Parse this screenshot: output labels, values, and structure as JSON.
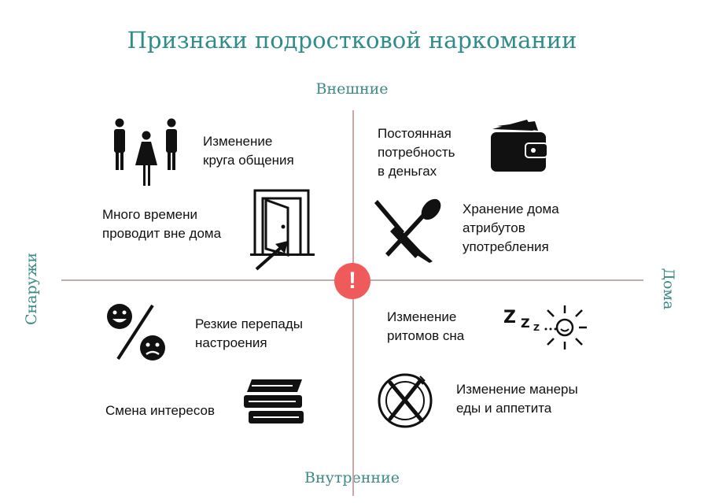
{
  "title": "Признаки подростковой наркомании",
  "axes": {
    "top": "Внешние",
    "bottom": "Внутренние",
    "left": "Снаружи",
    "right": "Дома"
  },
  "center_icon": "!",
  "items": {
    "social_circle": "Изменение\nкруга общения",
    "money": "Постоянная\nпотребность\nв деньгах",
    "away": "Много времени\nпроводит вне дома",
    "storage": "Хранение дома\nатрибутов\nупотребления",
    "mood": "Резкие перепады\nнастроения",
    "sleep": "Изменение\nритомов сна",
    "interests": "Смена интересов",
    "eating": "Изменение манеры\nеды и аппетита"
  },
  "icons": [
    "people-icon",
    "wallet-icon",
    "door-icon",
    "syringe-spoon-icon",
    "mood-swing-icon",
    "sleep-sun-icon",
    "books-icon",
    "plate-cutlery-icon"
  ],
  "colors": {
    "title": "#2f8c8a",
    "axis_label": "#3d8a86",
    "axis_line": "#c9a7aa",
    "alert": "#ef5b5b"
  }
}
